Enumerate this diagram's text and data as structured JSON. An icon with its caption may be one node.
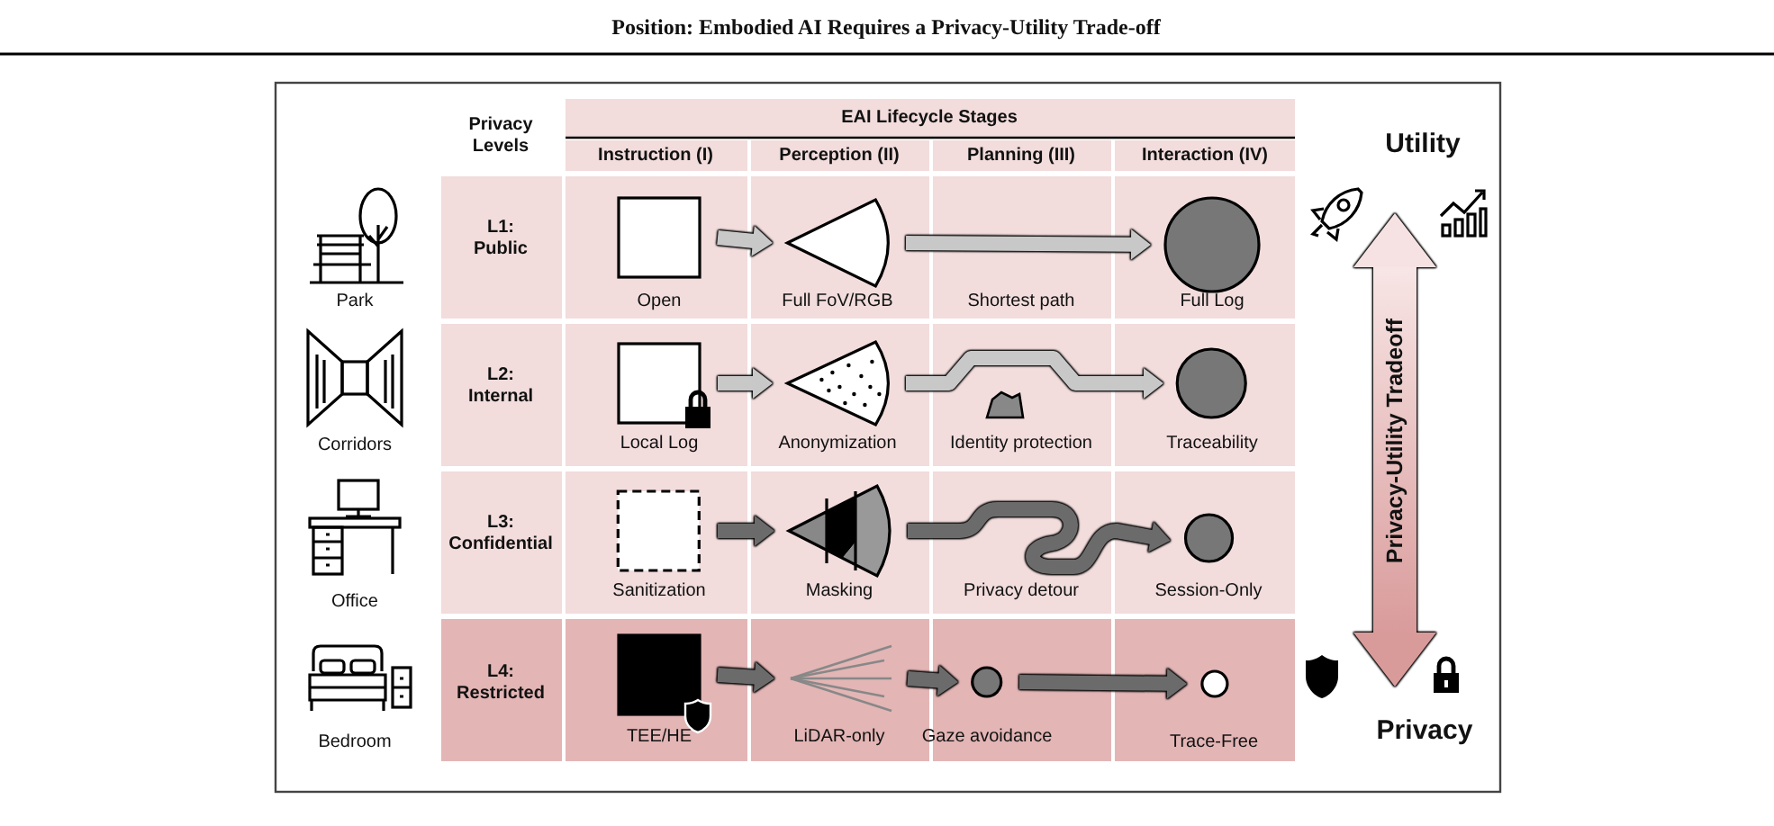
{
  "diagram": {
    "title": "Position: Embodied AI Requires a Privacy-Utility Trade-off",
    "nodes": [
      {
        "text": [
          "Open"
        ]
      },
      {
        "text": [
          "Full FoV/RGB"
        ]
      },
      {
        "text": [
          "Full Log"
        ]
      },
      {
        "text": [
          "Local Log"
        ]
      },
      {
        "text": [
          "Anonymization"
        ]
      },
      {
        "text": [
          "Traceability"
        ]
      },
      {
        "text": [
          "Sanitization"
        ]
      },
      {
        "text": [
          "Masking"
        ]
      },
      {
        "text": [
          "Session-Only"
        ]
      },
      {
        "text": [
          "TEE/HE"
        ]
      },
      {
        "text": [
          "LiDAR-only"
        ]
      },
      {
        "text": [
          "Gaze avoidance"
        ]
      },
      {
        "text": [
          "Trace-Free"
        ]
      },
      {
        "text": [
          "Utility"
        ]
      },
      {
        "text": [
          "Privacy"
        ]
      }
    ],
    "edges": [
      {
        "from": 0,
        "to": 1,
        "arrow": "to",
        "color": "#c8c8c8"
      },
      {
        "from": 1,
        "to": 2,
        "arrow": "to",
        "label": "Shortest path",
        "color": "#c8c8c8"
      },
      {
        "from": 3,
        "to": 4,
        "arrow": "to",
        "color": "#c8c8c8"
      },
      {
        "from": 4,
        "to": 5,
        "arrow": "to",
        "label": "Identity protection",
        "color": "#c8c8c8"
      },
      {
        "from": 6,
        "to": 7,
        "arrow": "to"
      },
      {
        "from": 7,
        "to": 8,
        "arrow": "to",
        "label": "Privacy detour"
      },
      {
        "from": 9,
        "to": 10,
        "arrow": "to"
      },
      {
        "from": 10,
        "to": 11,
        "arrow": "to"
      },
      {
        "from": 11,
        "to": 12,
        "arrow": "to"
      },
      {
        "from": 13,
        "to": 14,
        "arrow": "both",
        "label": "Privacy-Utility Tradeoff",
        "color": "#d99a9a"
      }
    ],
    "labels": [
      "Privacy Levels",
      "EAI Lifecycle Stages",
      "Instruction (I)",
      "Perception (II)",
      "Planning (III)",
      "Interaction (IV)",
      "L1: Public",
      "Park",
      "L2: Internal",
      "Corridors",
      "L3: Confidential",
      "Office",
      "L4: Restricted",
      "Bedroom"
    ]
  }
}
